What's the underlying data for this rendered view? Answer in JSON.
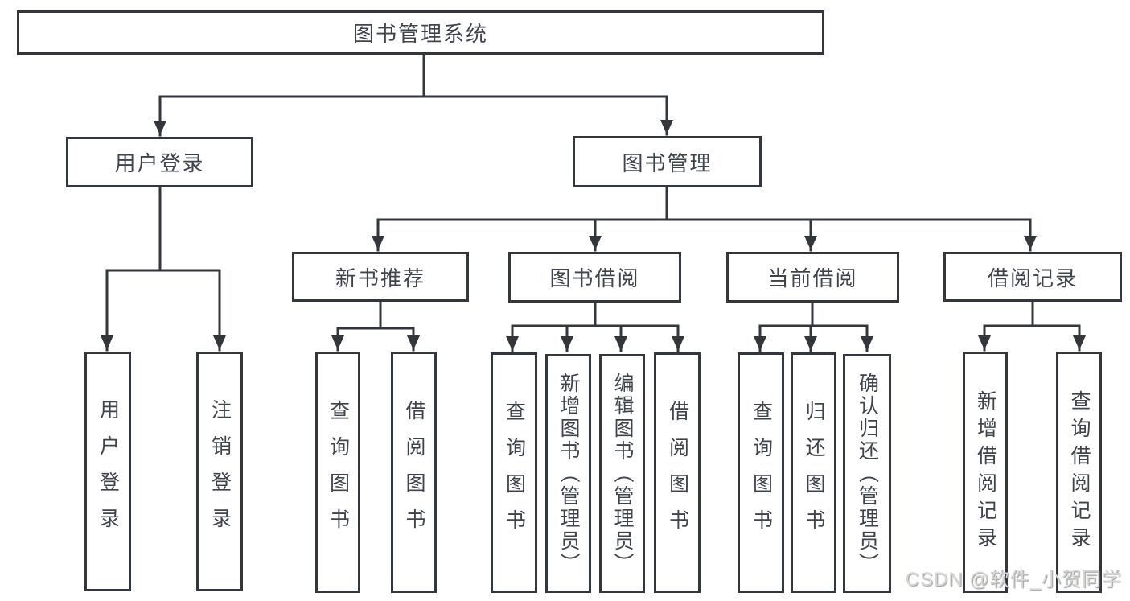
{
  "tree": {
    "root": "图书管理系统",
    "user": {
      "label": "用户登录",
      "children": [
        "用户登录",
        "注销登录"
      ]
    },
    "book": {
      "label": "图书管理",
      "modules": [
        {
          "label": "新书推荐",
          "children": [
            "查询图书",
            "借阅图书"
          ]
        },
        {
          "label": "图书借阅",
          "children": [
            "查询图书",
            "新增图书（管理员）",
            "编辑图书（管理员）",
            "借阅图书"
          ]
        },
        {
          "label": "当前借阅",
          "children": [
            "查询图书",
            "归还图书",
            "确认归还（管理员）"
          ]
        },
        {
          "label": "借阅记录",
          "children": [
            "新增借阅记录",
            "查询借阅记录"
          ]
        }
      ]
    }
  },
  "watermark": "CSDN @软件_小贺同学",
  "colors": {
    "line": "#33363a",
    "text": "#3f444a",
    "background": "#ffffff",
    "watermark": "#d6d6d6"
  }
}
